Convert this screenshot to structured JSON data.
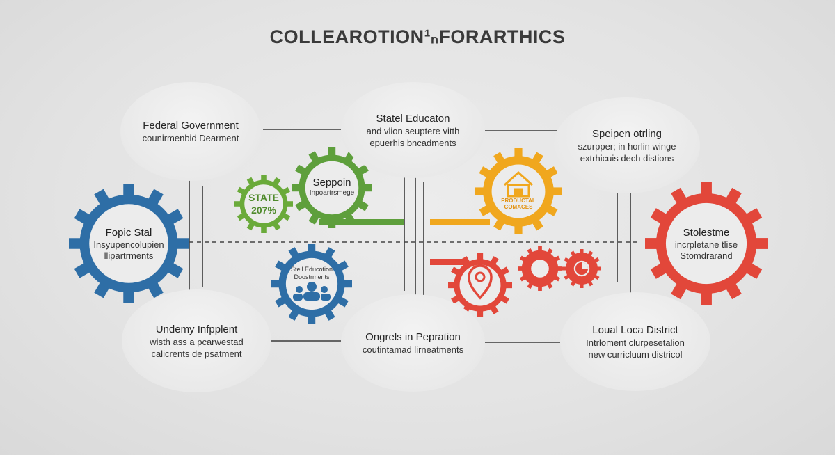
{
  "title": "COLLEAROTION¹ₙFORARTHICS",
  "bubbles": {
    "federal": {
      "title": "Federal Government",
      "line1": "counirmenbid Dearment"
    },
    "state_education": {
      "title": "Statel Educaton",
      "line1": "and vlion seuptere vitth",
      "line2": "epuerhis bncadments"
    },
    "speipen": {
      "title": "Speipen otrling",
      "line1": "szurpper; in horlin winge",
      "line2": "extrhicuis dech distions"
    },
    "undemy": {
      "title": "Undemy Infpplent",
      "line1": "wisth ass a pcarwestad",
      "line2": "calicrents de psatment"
    },
    "ongrels": {
      "title": "Ongrels in Pepration",
      "line1": "coutintamad lirneatments"
    },
    "local": {
      "title": "Loual Loca District",
      "line1": "Intrloment clurpesetalion",
      "line2": "new curricluum districol"
    }
  },
  "gears": {
    "blue_left": {
      "title": "Fopic Stal",
      "line1": "Insyupencolupien",
      "line2": "llipartrments",
      "color": "#2e6ea6"
    },
    "green_small": {
      "line1": "STATE",
      "line2": "207%",
      "color": "#6aaa3a"
    },
    "green_large": {
      "title": "Seppoin",
      "line1": "Inpoartrsmege",
      "color": "#5e9f3c"
    },
    "yellow": {
      "line1": "PRODUCTAL",
      "line2": "COMACES",
      "color": "#f0a71e"
    },
    "blue_center": {
      "line1": "Stell Educotion",
      "line2": "Doostrments",
      "color": "#2e6ea6"
    },
    "red_right": {
      "title": "Stolestme",
      "line1": "incrpletane tlise",
      "line2": "Stomdrarand",
      "color": "#e2473a"
    },
    "red_small_1": {
      "color": "#e2473a"
    },
    "red_small_2": {
      "color": "#e2473a"
    },
    "red_small_3": {
      "color": "#e2473a"
    }
  },
  "icons": {
    "house": "house-icon",
    "location": "location-pin-icon",
    "people": "people-icon",
    "pie": "pie-chart-icon"
  }
}
